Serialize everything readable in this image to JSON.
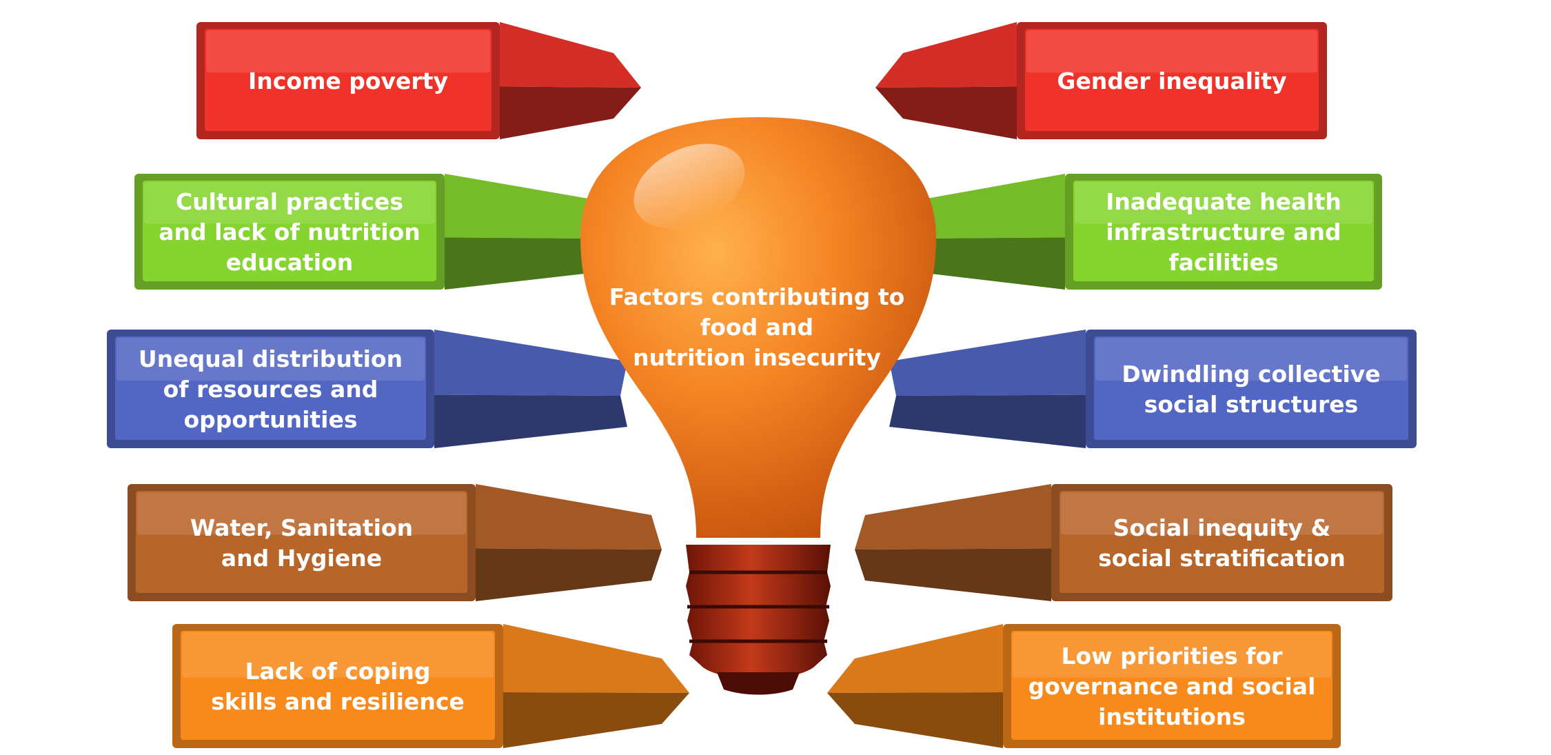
{
  "diagram": {
    "center": {
      "label_lines": [
        "Factors contributing to",
        "food and",
        "nutrition insecurity"
      ],
      "color": "#f07a1e"
    },
    "factors": [
      {
        "side": "left",
        "row": 0,
        "color": "#f0332a",
        "lines": [
          "Income poverty"
        ]
      },
      {
        "side": "left",
        "row": 1,
        "color": "#86d42f",
        "lines": [
          "Cultural practices",
          "and lack of nutrition",
          "education"
        ]
      },
      {
        "side": "left",
        "row": 2,
        "color": "#5266c4",
        "lines": [
          "Unequal distribution",
          "of resources and",
          "opportunities"
        ]
      },
      {
        "side": "left",
        "row": 3,
        "color": "#b8652a",
        "lines": [
          "Water, Sanitation",
          "and Hygiene"
        ]
      },
      {
        "side": "left",
        "row": 4,
        "color": "#f88a1c",
        "lines": [
          "Lack of coping",
          "skills and resilience"
        ]
      },
      {
        "side": "right",
        "row": 0,
        "color": "#f0332a",
        "lines": [
          "Gender inequality"
        ]
      },
      {
        "side": "right",
        "row": 1,
        "color": "#86d42f",
        "lines": [
          "Inadequate health",
          "infrastructure and",
          "facilities"
        ]
      },
      {
        "side": "right",
        "row": 2,
        "color": "#5266c4",
        "lines": [
          "Dwindling collective",
          "social structures"
        ]
      },
      {
        "side": "right",
        "row": 3,
        "color": "#b8652a",
        "lines": [
          "Social inequity &",
          "social stratification"
        ]
      },
      {
        "side": "right",
        "row": 4,
        "color": "#f88a1c",
        "lines": [
          "Low priorities for",
          "governance and social",
          "institutions"
        ]
      }
    ]
  }
}
